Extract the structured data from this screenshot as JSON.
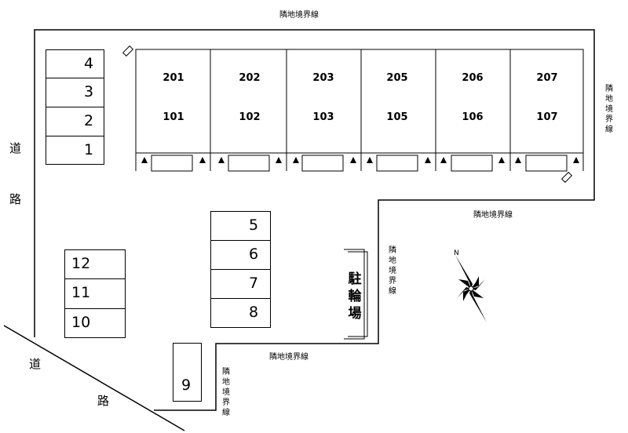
{
  "boundary_label": "隣地境界線",
  "road_char_1": "道",
  "road_char_2": "路",
  "bicycle_parking": "駐輪場",
  "north_label": "N",
  "units": [
    {
      "upper": "201",
      "lower": "101"
    },
    {
      "upper": "202",
      "lower": "102"
    },
    {
      "upper": "203",
      "lower": "103"
    },
    {
      "upper": "205",
      "lower": "105"
    },
    {
      "upper": "206",
      "lower": "106"
    },
    {
      "upper": "207",
      "lower": "107"
    }
  ],
  "parking_left": [
    "4",
    "3",
    "2",
    "1"
  ],
  "parking_center": [
    "5",
    "6",
    "7",
    "8"
  ],
  "parking_lower_left": [
    "12",
    "11",
    "10"
  ],
  "parking_bottom": "9"
}
